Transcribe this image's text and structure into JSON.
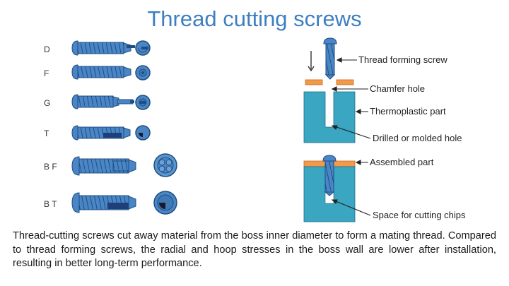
{
  "title": "Thread cutting screws",
  "screw_types": [
    {
      "label": "D"
    },
    {
      "label": "F"
    },
    {
      "label": "G"
    },
    {
      "label": "T"
    },
    {
      "label": "B F"
    },
    {
      "label": "B T"
    }
  ],
  "diagram_labels": {
    "thread_forming_screw": "Thread forming screw",
    "chamfer_hole": "Chamfer hole",
    "thermoplastic_part": "Thermoplastic part",
    "drilled_or_molded_hole": "Drilled or molded hole",
    "assembled_part": "Assembled part",
    "space_for_cutting_chips": "Space for cutting chips"
  },
  "caption": "Thread-cutting screws cut away material from the boss inner diameter to form a mating thread. Compared to thread forming screws, the radial and hoop stresses in the boss wall are lower after installation, resulting in better long-term performance.",
  "colors": {
    "title": "#3d7fc1",
    "screw_fill": "#4a86c5",
    "screw_stroke": "#1f4e82",
    "part_fill": "#3aa6c2",
    "orange": "#f29a4a"
  }
}
